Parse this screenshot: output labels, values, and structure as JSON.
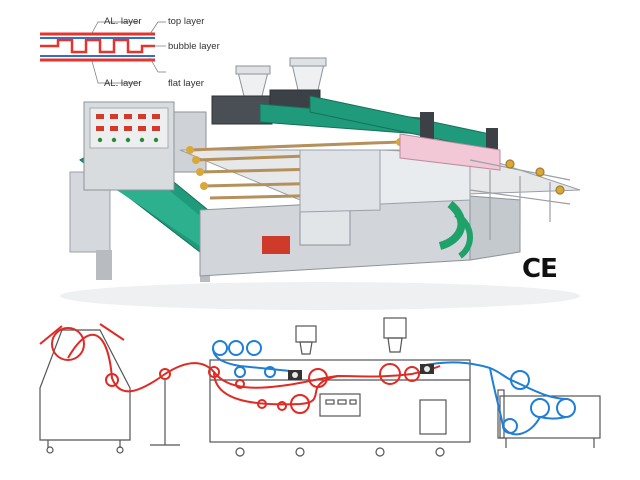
{
  "legend": {
    "al_layer_top": "AL. layer",
    "al_layer_bottom": "AL. layer",
    "top_layer": "top layer",
    "bubble_layer": "bubble layer",
    "flat_layer": "flat layer"
  },
  "certification": {
    "mark": "CE"
  },
  "colors": {
    "al_layer": "#e8332c",
    "inner_layer": "#2f6fcf",
    "machine_green": "#1f9a7a",
    "machine_frame": "#c9cdd2",
    "schematic_line": "#555555",
    "red_web": "#e02b25",
    "blue_web": "#1f7fd6"
  },
  "icons": {
    "ce": "ce-mark-icon",
    "control_panel": "control-panel-icon"
  }
}
